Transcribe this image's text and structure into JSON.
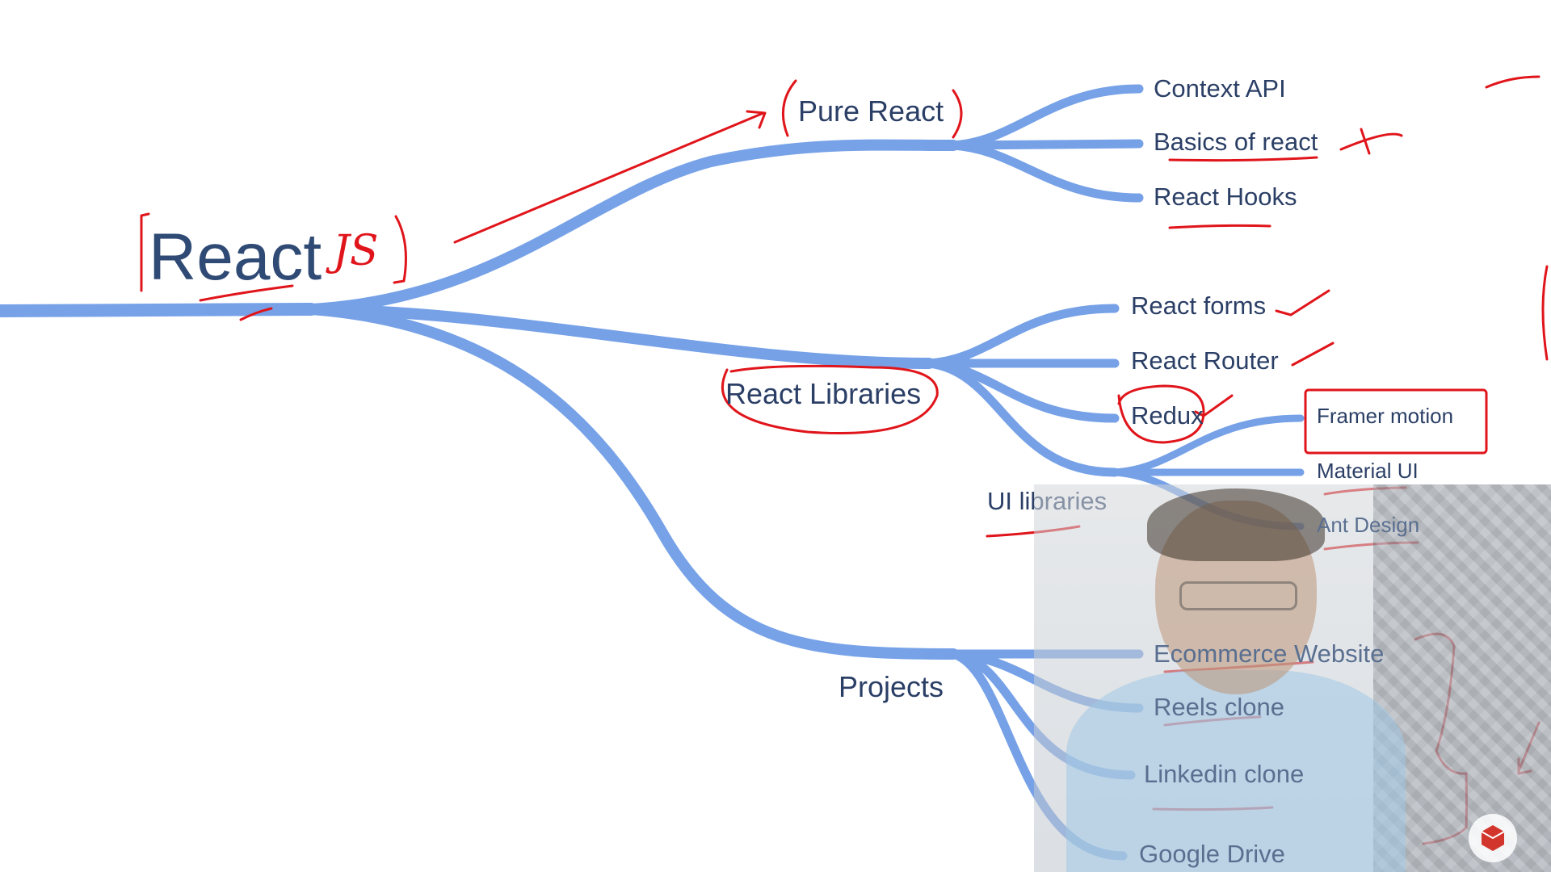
{
  "root": {
    "label": "React",
    "annotation": "JS"
  },
  "branches": [
    {
      "label": "Pure React",
      "children": [
        "Context API",
        "Basics of react",
        "React Hooks"
      ]
    },
    {
      "label": "React Libraries",
      "children": [
        "React forms",
        "React Router",
        "Redux",
        "UI libraries"
      ]
    },
    {
      "label": "Projects",
      "children": [
        "Ecommerce Website",
        "Reels clone",
        "Linkedin clone",
        "Google Drive"
      ]
    }
  ],
  "ui_libraries": [
    "Framer motion",
    "Material UI",
    "Ant Design"
  ],
  "colors": {
    "branch": "#6b9ae6",
    "ink": "#e0151b",
    "text": "#2b3f66"
  },
  "overlay": {
    "type": "webcam",
    "logo_icon": "channel-logo-icon"
  }
}
